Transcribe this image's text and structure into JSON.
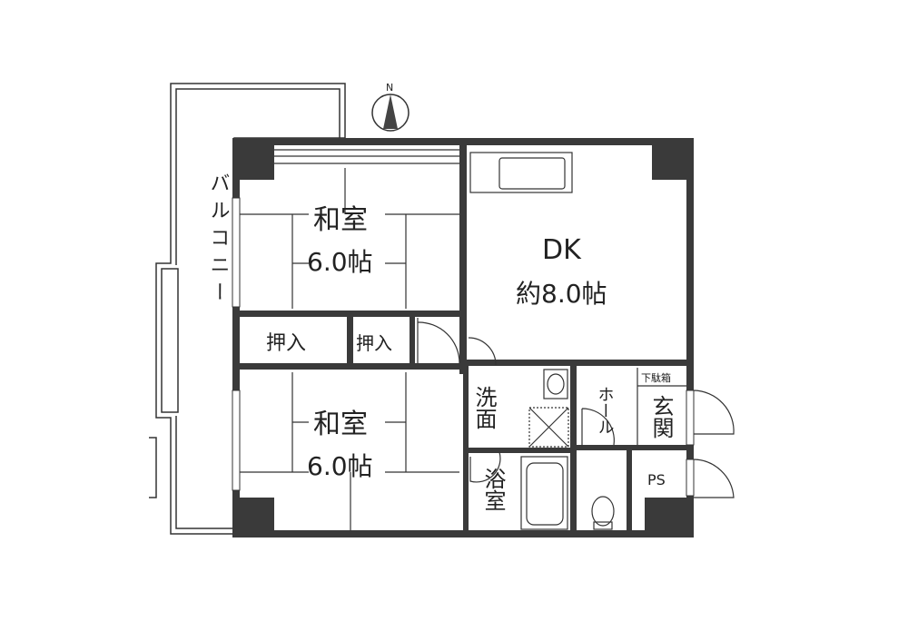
{
  "compass": {
    "label": "N"
  },
  "balcony": {
    "label": "バルコニー"
  },
  "rooms": {
    "washitsu_upper": {
      "name": "和室",
      "size": "6.0帖"
    },
    "washitsu_lower": {
      "name": "和室",
      "size": "6.0帖"
    },
    "dk": {
      "name": "DK",
      "size": "約8.0帖"
    },
    "closet_left": "押入",
    "closet_right": "押入",
    "washroom": "洗面",
    "bathroom": "浴室",
    "hall": "ホール",
    "entrance": "玄関",
    "shoe_box": "下駄箱",
    "ps": "PS"
  },
  "colors": {
    "wall": "#3a3a3a",
    "line": "#333333"
  }
}
